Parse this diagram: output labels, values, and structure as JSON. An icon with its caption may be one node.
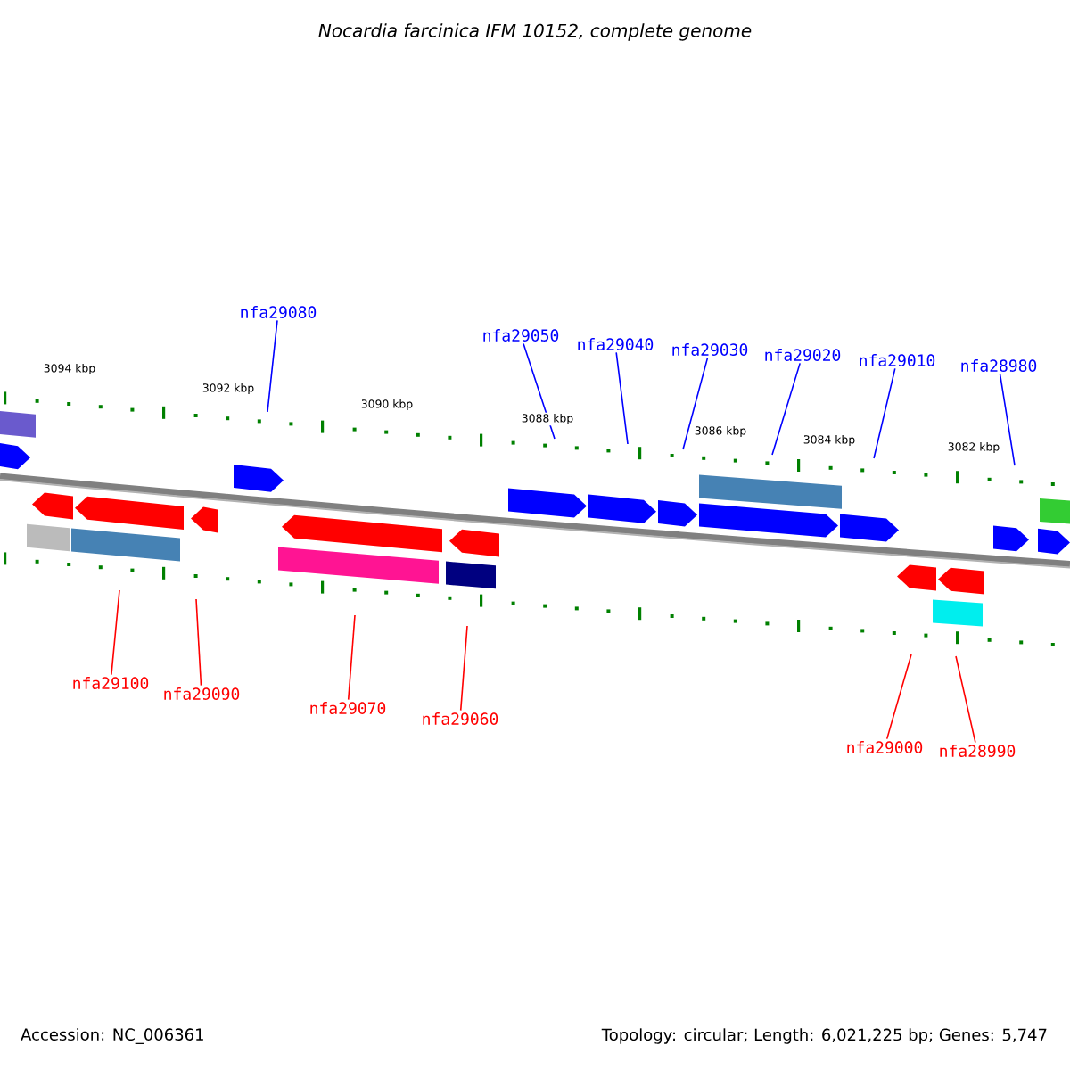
{
  "diagram": {
    "title": "Nocardia farcinica IFM 10152, complete genome",
    "nodes": [
      {
        "text": [
          "nfa29080"
        ]
      },
      {
        "text": [
          "nfa29050"
        ]
      },
      {
        "text": [
          "nfa29040"
        ]
      },
      {
        "text": [
          "nfa29030"
        ]
      },
      {
        "text": [
          "nfa29020"
        ]
      },
      {
        "text": [
          "nfa29010"
        ]
      },
      {
        "text": [
          "nfa28980"
        ]
      },
      {
        "text": [
          "nfa29100"
        ]
      },
      {
        "text": [
          "nfa29090"
        ]
      },
      {
        "text": [
          "nfa29070"
        ]
      },
      {
        "text": [
          "nfa29060"
        ]
      },
      {
        "text": [
          "nfa29000"
        ]
      },
      {
        "text": [
          "nfa28990"
        ]
      }
    ],
    "edges": [
      {
        "from": 0,
        "to": null,
        "arrow": "none"
      },
      {
        "from": 1,
        "to": null,
        "arrow": "none"
      },
      {
        "from": 2,
        "to": null,
        "arrow": "none"
      },
      {
        "from": 3,
        "to": null,
        "arrow": "none"
      },
      {
        "from": 4,
        "to": null,
        "arrow": "none"
      },
      {
        "from": 5,
        "to": null,
        "arrow": "none"
      },
      {
        "from": 6,
        "to": null,
        "arrow": "none"
      },
      {
        "from": 7,
        "to": null,
        "arrow": "none",
        "color": "#ff0000"
      },
      {
        "from": 8,
        "to": null,
        "arrow": "none",
        "color": "#ff0000"
      },
      {
        "from": 9,
        "to": null,
        "arrow": "none",
        "color": "#ff0000"
      },
      {
        "from": 10,
        "to": null,
        "arrow": "none",
        "color": "#ff0000"
      },
      {
        "from": 11,
        "to": null,
        "arrow": "none",
        "color": "#ff0000"
      },
      {
        "from": 12,
        "to": null,
        "arrow": "none",
        "color": "#ff0000"
      }
    ],
    "labels": [
      "3094 kbp",
      "3092 kbp",
      "3090 kbp",
      "3088 kbp",
      "3086 kbp",
      "3084 kbp",
      "3082 kbp",
      "Accession: NC_006361",
      "Topology: circular; Length: 6,021,225 bp; Genes: 5,747"
    ]
  }
}
